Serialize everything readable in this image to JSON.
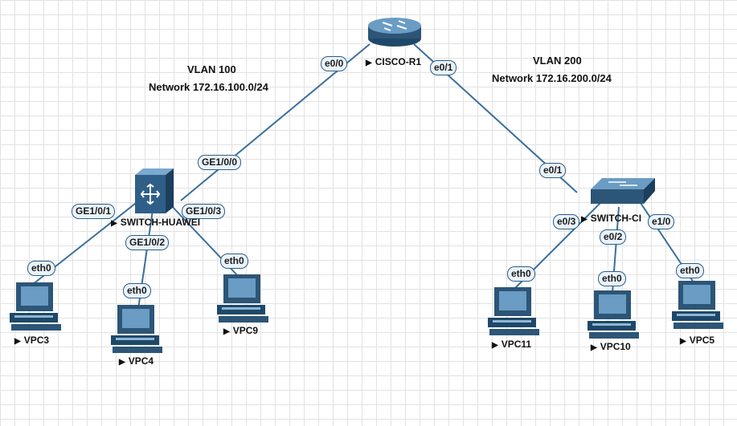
{
  "notes": {
    "left_vlan": "VLAN 100",
    "left_network": "Network 172.16.100.0/24",
    "right_vlan": "VLAN 200",
    "right_network": "Network 172.16.200.0/24"
  },
  "nodes": {
    "router": "CISCO-R1",
    "switch_huawei": "SWITCH-HUAWEI",
    "switch_cisco": "SWITCH-CI",
    "vpc3": "VPC3",
    "vpc4": "VPC4",
    "vpc9": "VPC9",
    "vpc11": "VPC11",
    "vpc10": "VPC10",
    "vpc5": "VPC5"
  },
  "ports": {
    "r_e0_0": "e0/0",
    "r_e0_1": "e0/1",
    "hw_ge100": "GE1/0/0",
    "hw_ge101": "GE1/0/1",
    "hw_ge102": "GE1/0/2",
    "hw_ge103": "GE1/0/3",
    "ci_e01": "e0/1",
    "ci_e03": "e0/3",
    "ci_e02": "e0/2",
    "ci_e10": "e1/0",
    "vpc3_eth0": "eth0",
    "vpc4_eth0": "eth0",
    "vpc9_eth0": "eth0",
    "vpc11_eth0": "eth0",
    "vpc10_eth0": "eth0",
    "vpc5_eth0": "eth0"
  },
  "colors": {
    "link": "#3a6f9c",
    "device_dark": "#2c5577",
    "device_light": "#6a9cc4"
  }
}
